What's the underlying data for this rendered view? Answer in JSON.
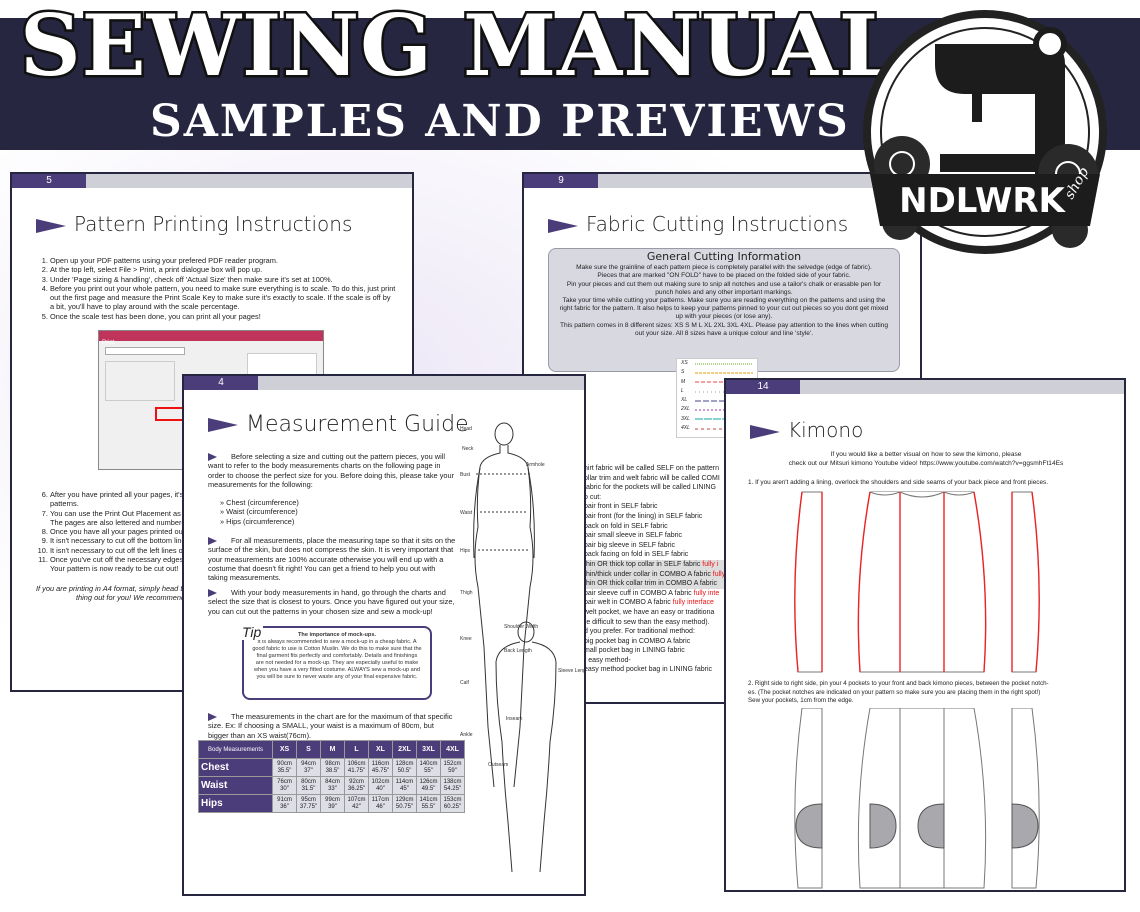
{
  "header": {
    "title": "SEWING MANUAL",
    "subtitle": "SAMPLES AND PREVIEWS",
    "logo_text": "NDLWRK",
    "logo_sub": "shop"
  },
  "pages": {
    "p5": {
      "number": "5",
      "title": "Pattern Printing Instructions",
      "steps": [
        "Open up your PDF patterns using your prefered PDF reader program.",
        "At the top left, select File > Print, a print dialogue box will pop up.",
        "Under 'Page sizing & handling', check off 'Actual Size' then make sure it's set at 100%.",
        "Before you print out your whole pattern, you need to make sure everything is to scale. To do this, just print out the first page and measure the Print Scale Key to make sure it's exactly to scale. If the scale is off by a bit, you'll have to play around with the scale percentage.",
        "Once the scale test has been done, you can print all your pages!"
      ],
      "steps_after": [
        "After you have printed all your pages, it's t",
        "patterns.",
        "You can use the Print Out Placement as ref",
        "The pages are also lettered and numbered",
        "Once you have all your pages printed out,",
        "It isn't necessary to cut off the bottom line",
        "It isn't necessary to cut off the left lines of",
        "Once you've cut off the necessary edges o",
        "Your pattern is now ready to be cut out!"
      ],
      "note1": "If you are printing in A4 format, simply head to yo",
      "note2": "thing out for you! We recommend pri",
      "dialog_title": "Print"
    },
    "p9": {
      "number": "9",
      "title": "Fabric Cutting Instructions",
      "box_title": "General Cutting Information",
      "box_lines": [
        "Make sure the grainline of each pattern piece is completely parallel with the selvedge (edge of fabric).",
        "Pieces that are marked \"ON FOLD\" have to be placed on the folded side of your fabric.",
        "Pin your pieces and cut them out making sure to snip all notches and use a tailor's chalk or erasable pen for punch holes and any other important markings.",
        "Take your time while cutting your patterns. Make sure you are reading everything on the patterns and using the right fabric for the pattern. It also helps to keep your patterns pinned to your cut out pieces so you dont get mixed up with your pieces (or lose any).",
        "This pattern comes in 8 different sizes: XS S M L XL 2XL 3XL 4XL. Please pay attention to the lines when cutting out your size. All 8 sizes have a unique colour and line 'style'."
      ],
      "sizes": [
        "XS",
        "S",
        "M",
        "L",
        "XL",
        "2XL",
        "3XL",
        "4XL"
      ],
      "list_lines": [
        "hirt fabric will be called SELF on the pattern",
        "ollar trim and welt fabric will be called COMI",
        "fabric for the pockets will be called LINING",
        "o cut:",
        "pair front in SELF fabric",
        "pair front (for the lining) in SELF fabric",
        "back on fold in SELF fabric",
        "pair small sleeve in SELF fabric",
        "pair big sleeve in SELF fabric",
        "back facing on fold in SELF fabric",
        "thin OR thick top collar in SELF fabric",
        "thin/thick under collar in COMBO A fabric",
        "thin OR thick collar trim in COMBO A fabric",
        "pair sleeve cuff in COMBO A fabric",
        "pair welt in COMBO A fabric",
        "welt pocket, we have an easy or traditiona",
        "re difficult to sew than the easy method).",
        "d you prefer. For traditional method:",
        "big pocket bag in COMBO A fabric",
        "mall pocket bag in LINING fabric",
        "r easy method-",
        "easy method pocket bag in LINING fabric"
      ],
      "red_after": [
        "fully i",
        "fully",
        "",
        "fully inte",
        "fully interface"
      ]
    },
    "p4": {
      "number": "4",
      "title": "Measurement Guide",
      "para1": "Before selecting a size and cutting out the pattern pieces, you will want to refer to the body measurements charts on the following page in order to choose the perfect size for you. Before doing this, please take your measurements for the following:",
      "list": [
        "» Chest (circumference)",
        "» Waist (circumference)",
        "» Hips (circumference)"
      ],
      "para2": "For all measurements, place the measuring tape so that it sits on the surface of the skin, but does not compress the skin. It is very important that your measurements are 100% accurate otherwise you will end up with a costume that doesn't fit right! You can get a friend to help you out with taking measurements.",
      "para3": "With your body measurements in hand, go through the charts and select the size that is closest to yours. Once you have figured out your size, you can cut out the patterns in your chosen size and sew a mock-up!",
      "tip_label": "Tip",
      "tip_title": "The importance of mock-ups.",
      "tip_text": "It is always recommended to sew a mock-up in a cheap fabric. A good fabric to use is Cotton Muslin. We do this to make sure that the final garment fits perfectly and comfortably. Details and finishings are not needed for a mock-up. They are especially useful to make when you have a very fitted costume. ALWAYS sew a mock-up and you will be sure to never waste any of your final expensive fabric.",
      "para4": "The measurements in the chart are for the maximum of that specific size. Ex: If choosing a SMALL, your waist is a maximum of 80cm, but bigger than an XS waist(76cm).",
      "table": {
        "corner": "Body Measurements",
        "sizes": [
          "XS",
          "S",
          "M",
          "L",
          "XL",
          "2XL",
          "3XL",
          "4XL"
        ],
        "rows": [
          {
            "label": "Chest",
            "cm": [
              "90cm",
              "94cm",
              "98cm",
              "106cm",
              "116cm",
              "128cm",
              "140cm",
              "152cm"
            ],
            "in": [
              "35.5\"",
              "37\"",
              "38.5\"",
              "41.75\"",
              "45.75\"",
              "50.5\"",
              "55\"",
              "59\""
            ]
          },
          {
            "label": "Waist",
            "cm": [
              "76cm",
              "80cm",
              "84cm",
              "92cm",
              "102cm",
              "114cm",
              "126cm",
              "138cm"
            ],
            "in": [
              "30\"",
              "31.5\"",
              "33\"",
              "36.25\"",
              "40\"",
              "45\"",
              "49.5\"",
              "54.25\""
            ]
          },
          {
            "label": "Hips",
            "cm": [
              "91cm",
              "95cm",
              "99cm",
              "107cm",
              "117cm",
              "129cm",
              "141cm",
              "153cm"
            ],
            "in": [
              "36\"",
              "37.75\"",
              "39\"",
              "42\"",
              "46\"",
              "50.75\"",
              "55.5\"",
              "60.25\""
            ]
          }
        ]
      },
      "figure_labels": [
        "Head",
        "Neck",
        "Armhole",
        "Bust",
        "Waist",
        "Hips",
        "Thigh",
        "Knee",
        "Calf",
        "Ankle",
        "Shoulder Width",
        "Back Length",
        "Sleeve Length",
        "Inseam",
        "Outseam"
      ]
    },
    "p14": {
      "number": "14",
      "title": "Kimono",
      "intro1": "If you would like a better visual on how to sew the kimono, please",
      "intro2": "check out our Mitsuri kimono Youtube video! https://www.youtube.com/watch?v=ggsmhFt14Es",
      "step1": "1. If you aren't adding a lining, overlock the shoulders and side seams of your back piece and front pieces.",
      "step2a": "2. Right side to right side, pin your 4 pockets to your front and back kimono pieces, between the pocket notch-",
      "step2b": "es. (The pocket notches are indicated on your pattern so make sure you are placing them in the right spot!)",
      "step2c": "Sew your pockets, 1cm from the edge."
    }
  }
}
